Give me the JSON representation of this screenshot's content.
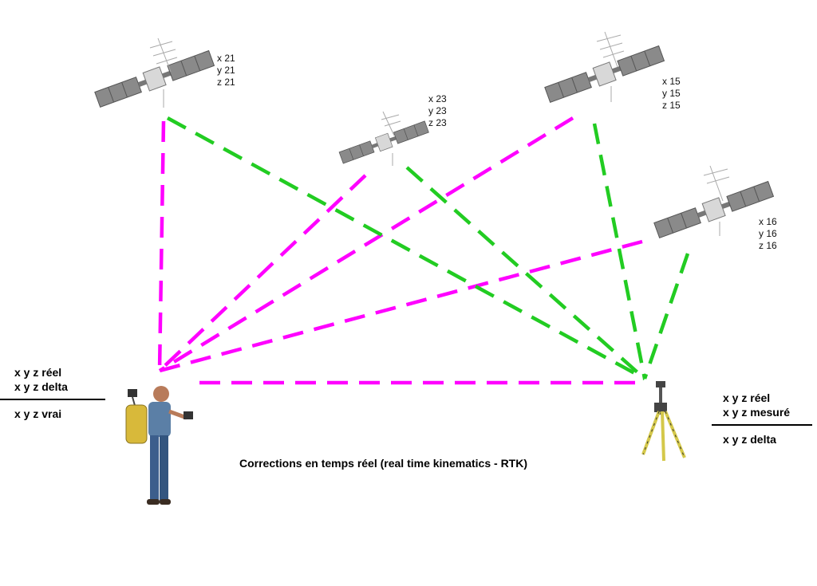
{
  "satellites": [
    {
      "id": "sat-21",
      "coords": [
        "x 21",
        "y 21",
        "z 21"
      ]
    },
    {
      "id": "sat-23",
      "coords": [
        "x 23",
        "y 23",
        "z 23"
      ]
    },
    {
      "id": "sat-15",
      "coords": [
        "x 15",
        "y 15",
        "z 15"
      ]
    },
    {
      "id": "sat-16",
      "coords": [
        "x 16",
        "y 16",
        "z 16"
      ]
    }
  ],
  "rover": {
    "lines_above": [
      "x y z réel",
      "x y z delta"
    ],
    "line_below": "x y z vrai"
  },
  "base": {
    "lines_above": [
      "x y z réel",
      "x y z mesuré"
    ],
    "line_below": "x y z delta"
  },
  "caption": "Corrections en temps réel (real time kinematics - RTK)",
  "colors": {
    "rover_links": "#ff00ff",
    "base_links": "#22cc22",
    "panel": "#8a8a8a"
  }
}
